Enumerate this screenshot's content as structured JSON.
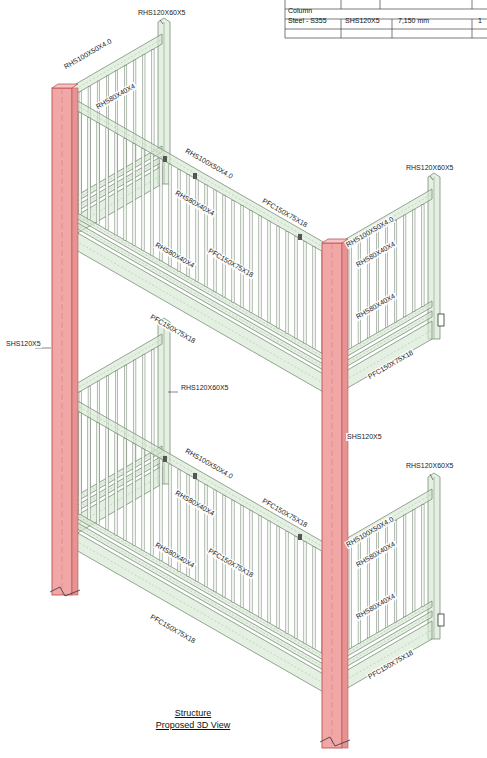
{
  "diagram": {
    "title": "Structure",
    "caption": "Proposed 3D View",
    "labels": [
      "Column",
      "Steel - S355",
      "SHS120X5",
      "7,150 mm",
      "1",
      "RHS120X60X5",
      "RHS100X50X4.0",
      "RHS80X40X4",
      "RHS100X50X4.0",
      "RHS80X40X4",
      "PFC150X75X18",
      "RHS120X60X5",
      "RHS100X50X4.0",
      "RHS80X40X4",
      "RHS80X40X4",
      "PFC150X75X18",
      "RHS80X40X4",
      "PFC150X75X18",
      "PFC150X75X18",
      "SHS120X5",
      "RHS120X60X5",
      "SHS120X5",
      "RHS120X60X5",
      "RHS100X50X4.0",
      "PFC150X75X18",
      "RHS80X40X4",
      "RHS100X50X4.0",
      "RHS80X40X4",
      "RHS80X40X4",
      "PFC150X75X18",
      "RHS80X40X4",
      "PFC150X75X18",
      "PFC150X75X18"
    ]
  }
}
